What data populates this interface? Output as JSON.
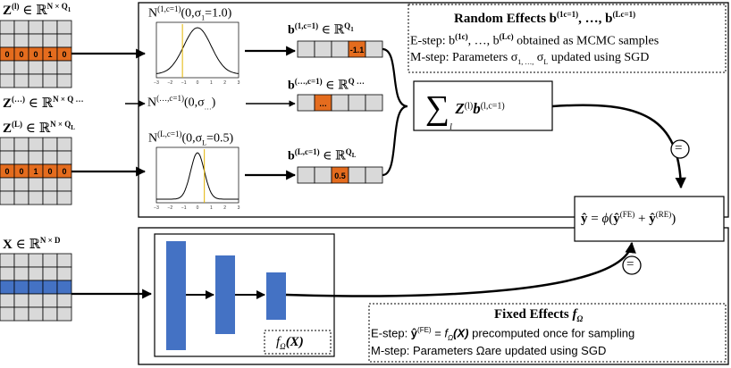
{
  "matrices": {
    "z1_label": "Z",
    "z1_sup": "(l)",
    "z1_space": "∈ ℝ",
    "z1_dims": "N × Q",
    "z1_dims_sub": "1",
    "z1_row": [
      "0",
      "0",
      "0",
      "1",
      "0"
    ],
    "zdots_label": "Z",
    "zdots_sup": "(…)",
    "zdots_space": "∈ ℝ",
    "zdots_dims": "N × Q …",
    "zL_label": "Z",
    "zL_sup": "(L)",
    "zL_space": "∈ ℝ",
    "zL_dims": "N × Q",
    "zL_dims_sub": "L",
    "zL_row": [
      "0",
      "0",
      "1",
      "0",
      "0"
    ],
    "x_label": "X",
    "x_space": "∈ ℝ",
    "x_dims": "N × D"
  },
  "priors": {
    "n1": "N",
    "n1_sup": "(1,c=1)",
    "n1_args": "(0,σ",
    "n1_sub": "1",
    "n1_val": "=1.0)",
    "ndots": "N",
    "ndots_sup": "(…,c=1)",
    "ndots_args": "(0,σ",
    "ndots_sub": "…",
    "ndots_close": ")",
    "nL": "N",
    "nL_sup": "(L,c=1)",
    "nL_args": "(0,σ",
    "nL_sub": "L",
    "nL_val": "=0.5)",
    "ticks": [
      "−3",
      "−2",
      "−1",
      "0",
      "1",
      "2",
      "3"
    ]
  },
  "effects": {
    "b1": "b",
    "b1_sup": "(1,c=1)",
    "b1_space": "∈ ℝ",
    "b1_dims": "Q",
    "b1_dims_sub": "1",
    "b1_value": "-1.1",
    "bdots": "b",
    "bdots_sup": "(…,c=1)",
    "bdots_space": "∈ ℝ",
    "bdots_dims": "Q …",
    "bdots_value": "…",
    "bL": "b",
    "bL_sup": "(L,c=1)",
    "bL_space": "∈ ℝ",
    "bL_dims": "Q",
    "bL_dims_sub": "L",
    "bL_value": "0.5"
  },
  "random_effects_box": {
    "title": "Random Effects b",
    "title_sup1": "(1c=1)",
    "title_mid": ", …, b",
    "title_sup2": "(Lc=1)",
    "estep_pre": "E-step: b",
    "estep_sup1": "(1c)",
    "estep_mid": ", …, b",
    "estep_sup2": "(Lc)",
    "estep_post": " obtained as MCMC samples",
    "mstep_pre": "M-step: Parameters σ",
    "mstep_sub": "1, …,",
    "mstep_mid": " σ",
    "mstep_sub2": "L",
    "mstep_post": " updated using SGD"
  },
  "sum_formula": {
    "sigma": "∑",
    "index": "l",
    "z": "Z",
    "z_sup": "(l)",
    "b": "b",
    "b_sup": "(l,c=1)"
  },
  "equals_symbol": "=",
  "output_formula": {
    "yhat": "ŷ",
    "eq": " = ",
    "phi": "ϕ",
    "open": "(",
    "yfe": "ŷ",
    "yfe_sup": "(FE)",
    "plus": " + ",
    "yre": "ŷ",
    "yre_sup": "(RE)",
    "close": ")"
  },
  "network_label": {
    "f": "f",
    "sub": "Ω",
    "arg": "(X)"
  },
  "fixed_effects_box": {
    "title": "Fixed Effects ",
    "title_f": "f",
    "title_sub": "Ω",
    "estep_pre": "E-step: ",
    "estep_y": "ŷ",
    "estep_sup": "(FE)",
    "estep_eq": " = ",
    "estep_f": "f",
    "estep_fsub": "Ω",
    "estep_arg": "(X)",
    "estep_post": " precomputed once for sampling",
    "mstep": "M-step: Parameters  Ωare updated using SGD"
  },
  "colors": {
    "orange": "#e46c1e",
    "blue": "#4472c4",
    "grid_gray": "#d9d9d9",
    "curve_line": "#e3b400"
  }
}
